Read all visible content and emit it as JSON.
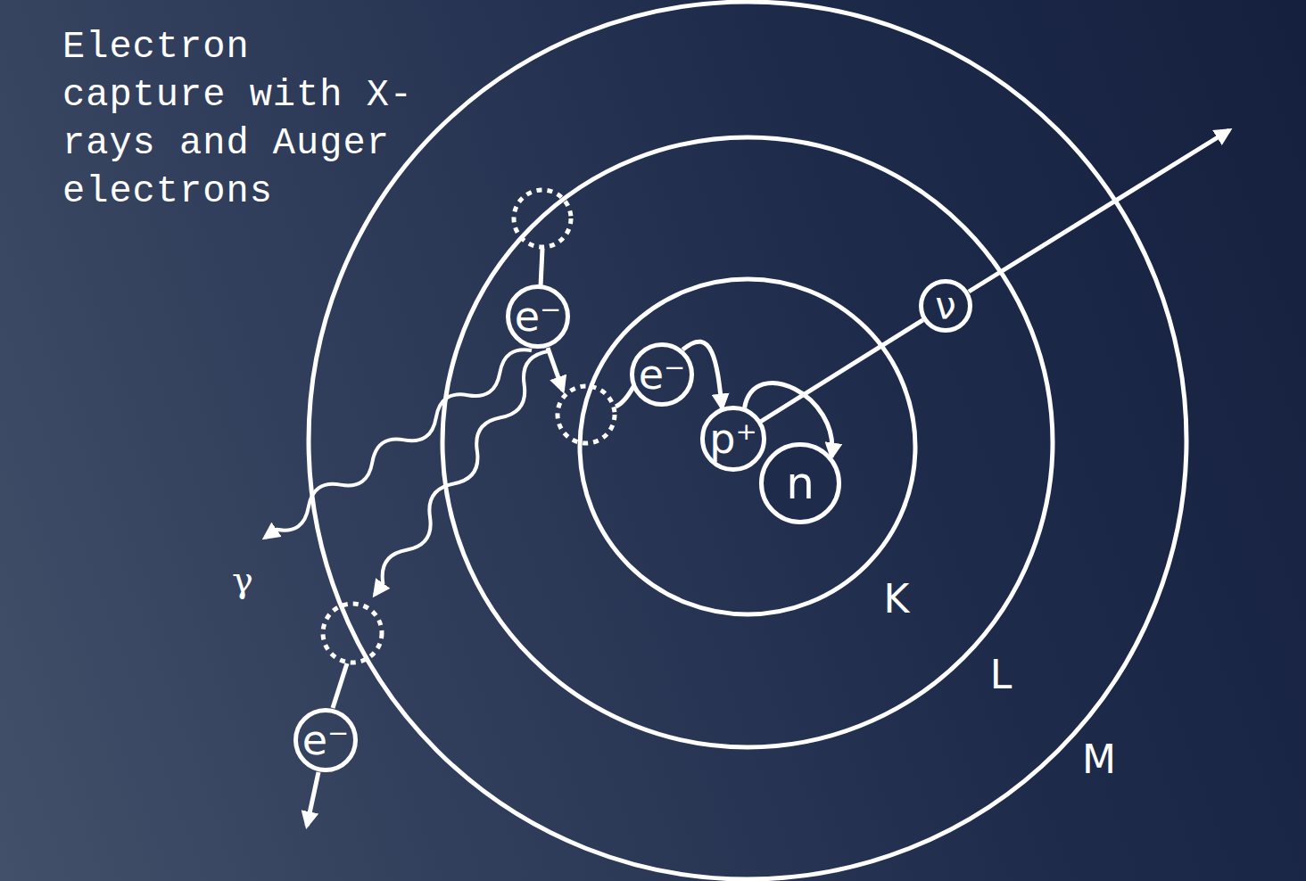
{
  "diagram": {
    "title": "Electron capture with X-rays and Auger electrons",
    "nodes": [
      {
        "text": [
          "e⁻"
        ]
      },
      {
        "text": [
          "e⁻"
        ]
      },
      {
        "text": [
          "p⁺"
        ]
      },
      {
        "text": [
          "n"
        ]
      },
      {
        "text": [
          "ν"
        ]
      },
      {
        "text": [
          "e⁻"
        ]
      }
    ],
    "edges": [
      {
        "from": 1,
        "to": 2,
        "arrow": "to"
      },
      {
        "from": 2,
        "to": 3,
        "arrow": "to"
      },
      {
        "from": 2,
        "to": 4,
        "arrow": "none"
      }
    ],
    "labels": [
      "K",
      "L",
      "M",
      "γ"
    ]
  }
}
